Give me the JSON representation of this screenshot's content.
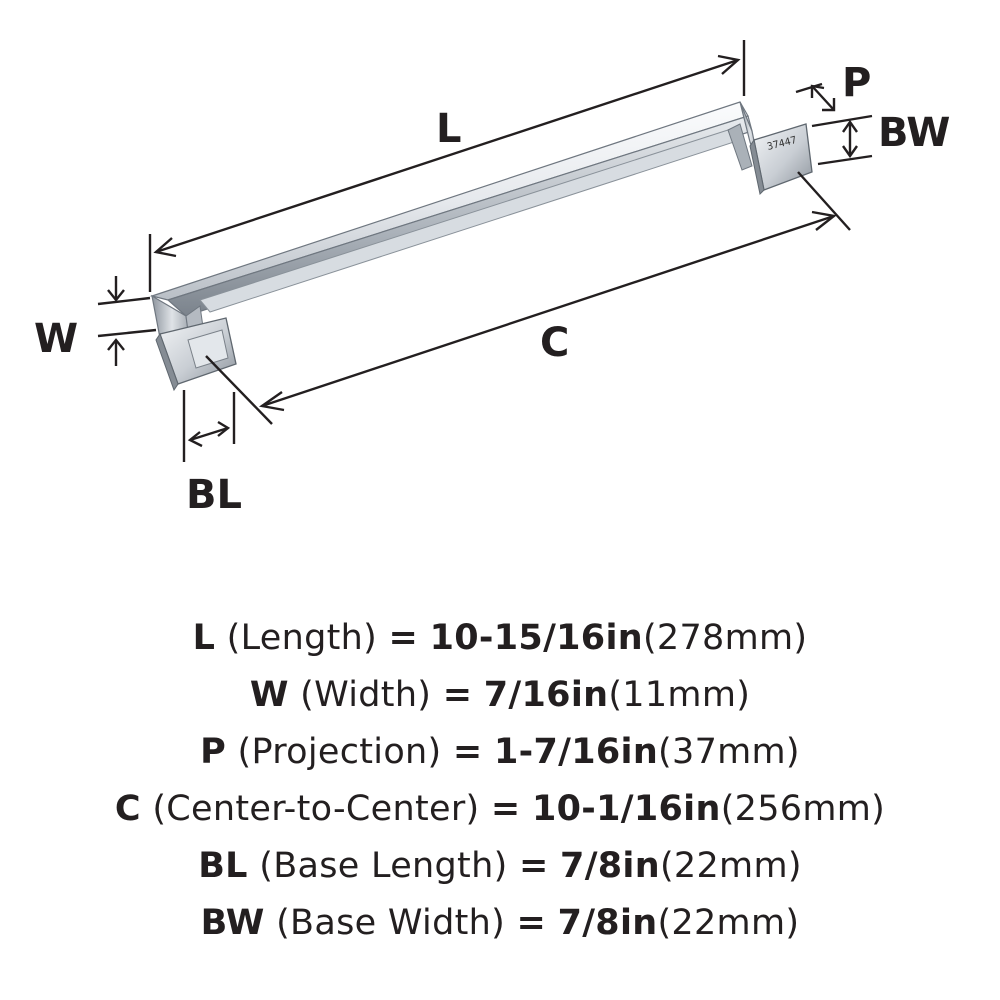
{
  "diagram": {
    "labels": {
      "L": "L",
      "P": "P",
      "BW": "BW",
      "W": "W",
      "C": "C",
      "BL": "BL"
    },
    "part_number": "37447"
  },
  "specs": [
    {
      "abbr": "L",
      "name": "(Length)",
      "eq": "=",
      "value": "10-15/16in",
      "metric": "(278mm)"
    },
    {
      "abbr": "W",
      "name": "(Width)",
      "eq": "=",
      "value": "7/16in",
      "metric": "(11mm)"
    },
    {
      "abbr": "P",
      "name": "(Projection)",
      "eq": "=",
      "value": "1-7/16in",
      "metric": "(37mm)"
    },
    {
      "abbr": "C",
      "name": "(Center-to-Center)",
      "eq": "=",
      "value": "10-1/16in",
      "metric": "(256mm)"
    },
    {
      "abbr": "BL",
      "name": "(Base Length)",
      "eq": "=",
      "value": "7/8in",
      "metric": "(22mm)"
    },
    {
      "abbr": "BW",
      "name": "(Base Width)",
      "eq": "=",
      "value": "7/8in",
      "metric": "(22mm)"
    }
  ],
  "colors": {
    "ink": "#231f20",
    "chrome_light": "#f1f3f6",
    "chrome_mid": "#c4cad1",
    "chrome_dark": "#7e868f"
  }
}
